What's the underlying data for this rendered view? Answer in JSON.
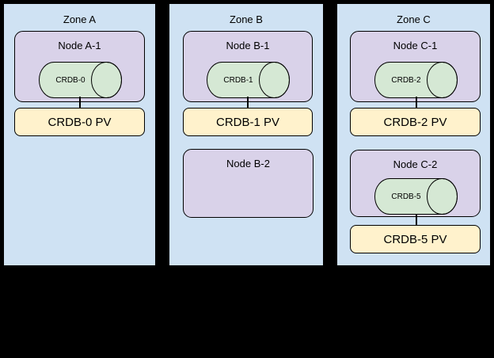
{
  "colors": {
    "background": "#000000",
    "zone_fill": "#cfe2f3",
    "node_fill": "#d9d2e9",
    "cylinder_fill": "#d5e8d4",
    "pv_fill": "#fff2cc",
    "border": "#000000",
    "text": "#000000"
  },
  "zones": [
    {
      "label": "Zone A",
      "nodes": [
        {
          "label": "Node A-1",
          "cylinder": {
            "label": "CRDB-0"
          },
          "pv": {
            "label": "CRDB-0 PV"
          }
        }
      ]
    },
    {
      "label": "Zone B",
      "nodes": [
        {
          "label": "Node B-1",
          "cylinder": {
            "label": "CRDB-1"
          },
          "pv": {
            "label": "CRDB-1 PV"
          }
        },
        {
          "label": "Node B-2"
        }
      ]
    },
    {
      "label": "Zone C",
      "nodes": [
        {
          "label": "Node C-1",
          "cylinder": {
            "label": "CRDB-2"
          },
          "pv": {
            "label": "CRDB-2 PV"
          }
        },
        {
          "label": "Node C-2",
          "cylinder": {
            "label": "CRDB-5"
          },
          "pv": {
            "label": "CRDB-5 PV"
          }
        }
      ]
    }
  ]
}
